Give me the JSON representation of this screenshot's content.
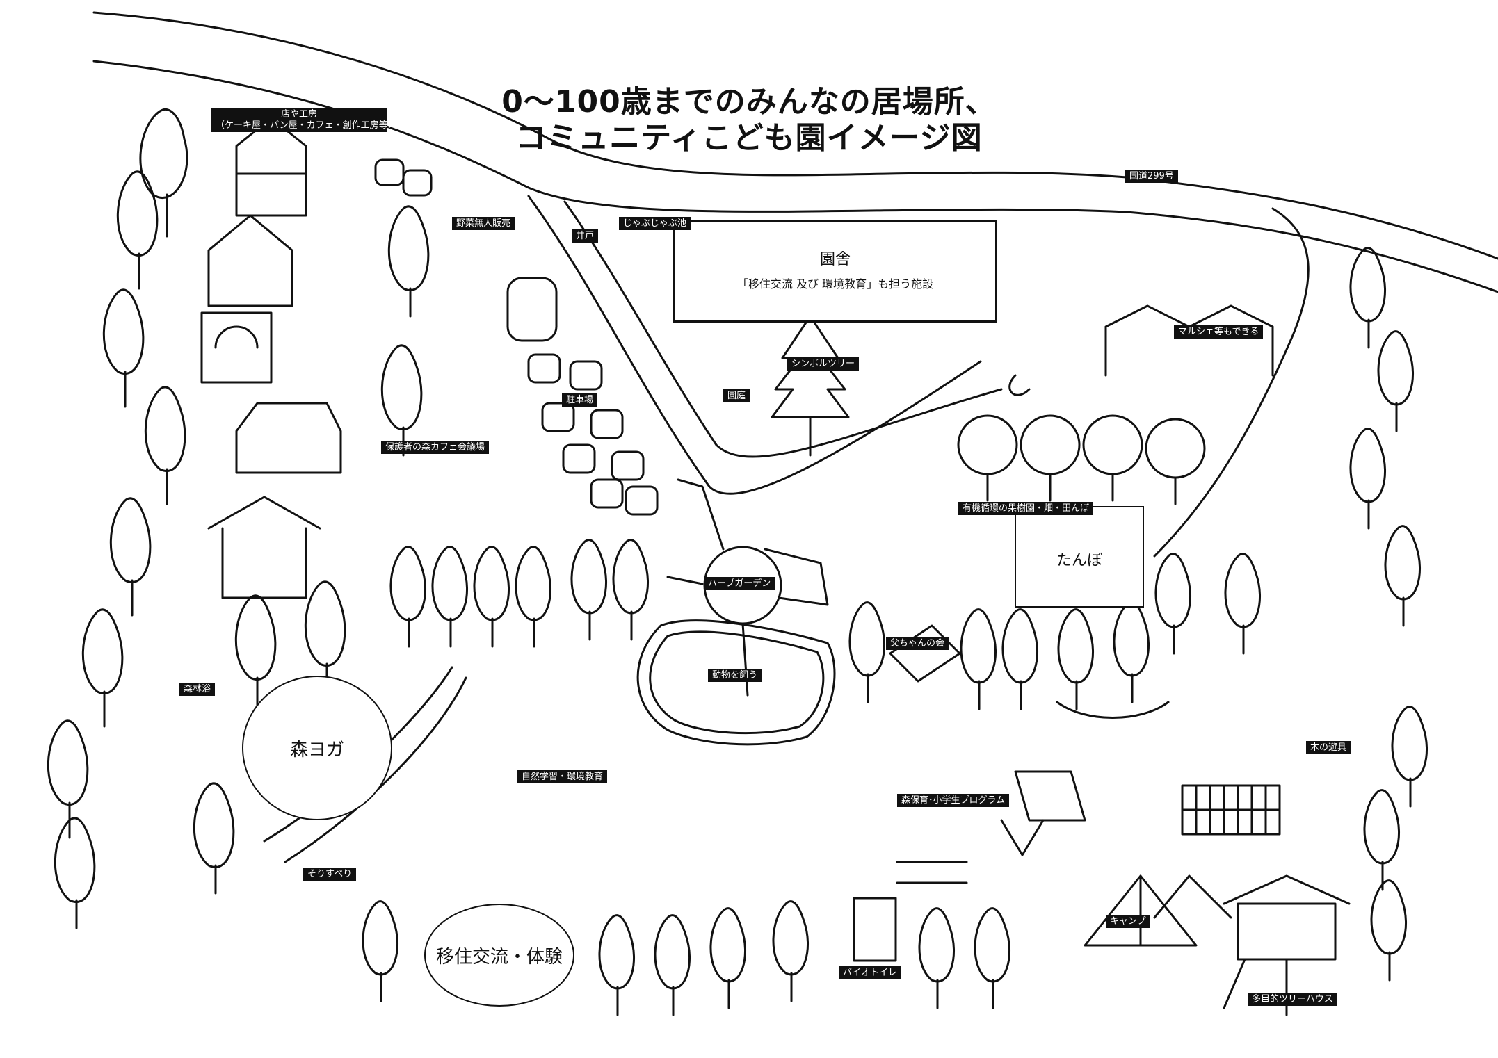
{
  "title": {
    "line1": "0〜100歳までのみんなの居場所、",
    "line2": "コミュニティこども園イメージ図"
  },
  "road_label": "国道299号",
  "school": {
    "title": "園舎",
    "subtitle": "「移住交流 及び 環境教育」も担う施設"
  },
  "paddy": {
    "label": "たんぼ"
  },
  "yoga": {
    "label": "森ヨガ"
  },
  "iju": {
    "label": "移住交流・体験"
  },
  "tags": {
    "shop_line1": "店や工房",
    "shop_line2": "（ケーキ屋・パン屋・カフェ・創作工房等）",
    "vegetable": "野菜無人販売",
    "well": "井戸",
    "splash_pond": "じゃぶじゃぶ池",
    "parking": "駐車場",
    "parent_cafe": "保護者の森カフェ会議場",
    "garden": "園庭",
    "symbol_tree": "シンボルツリー",
    "marche": "マルシェ等もできる",
    "orchard": "有機循環の果樹園・畑・田んぼ",
    "herb_garden": "ハーブガーデン",
    "animals": "動物を飼う",
    "dads": "父ちゃんの会",
    "forest_bath": "森林浴",
    "nature_study": "自然学習・環境教育",
    "wood_play": "木の遊具",
    "forest_program": "森保育･小学生プログラム",
    "sledding": "そりすべり",
    "camp": "キャンプ",
    "bio_toilet": "バイオトイレ",
    "tree_house": "多目的ツリーハウス"
  },
  "colors": {
    "ink": "#111111",
    "paper": "#ffffff"
  }
}
